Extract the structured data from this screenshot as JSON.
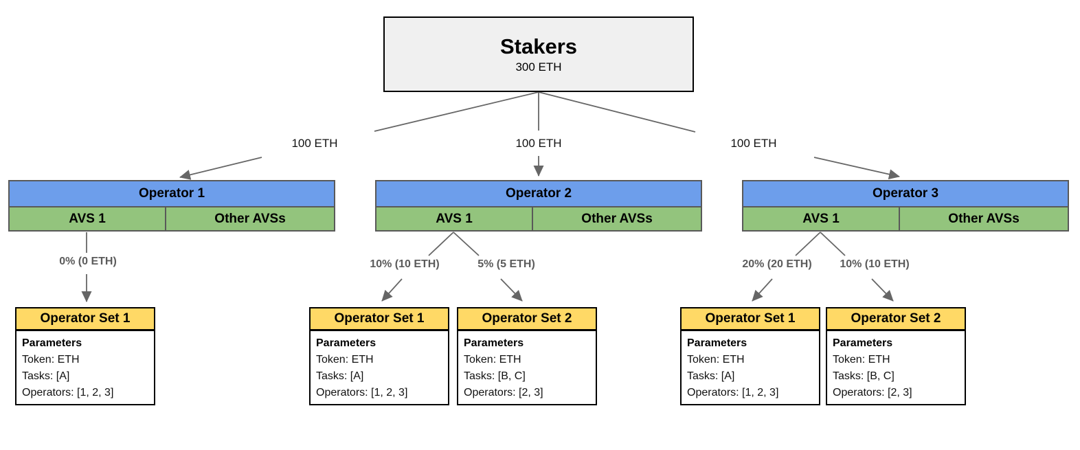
{
  "diagram": {
    "type": "staking-allocation-tree",
    "colors": {
      "stakers_fill": "#f0f0f0",
      "operator_header_fill": "#6d9eeb",
      "avs_row_fill": "#93c47d",
      "operator_set_header_fill": "#ffd966",
      "table_border": "#595959",
      "card_border": "#000000",
      "connector_line": "#666666",
      "split_label_text": "#5b5b5b"
    }
  },
  "stakers": {
    "title": "Stakers",
    "amount": "300 ETH"
  },
  "allocations": [
    {
      "label": "100 ETH"
    },
    {
      "label": "100 ETH"
    },
    {
      "label": "100 ETH"
    }
  ],
  "operators": [
    {
      "title": "Operator 1",
      "avs_cells": [
        "AVS 1",
        "Other AVSs"
      ],
      "splits": [
        {
          "label": "0% (0 ETH)"
        }
      ],
      "operator_sets": [
        {
          "title": "Operator Set 1",
          "params_heading": "Parameters",
          "lines": [
            "Token: ETH",
            "Tasks: [A]",
            "Operators: [1, 2, 3]"
          ]
        }
      ]
    },
    {
      "title": "Operator 2",
      "avs_cells": [
        "AVS 1",
        "Other AVSs"
      ],
      "splits": [
        {
          "label": "10% (10 ETH)"
        },
        {
          "label": "5% (5 ETH)"
        }
      ],
      "operator_sets": [
        {
          "title": "Operator Set 1",
          "params_heading": "Parameters",
          "lines": [
            "Token: ETH",
            "Tasks: [A]",
            "Operators: [1, 2, 3]"
          ]
        },
        {
          "title": "Operator Set 2",
          "params_heading": "Parameters",
          "lines": [
            "Token: ETH",
            "Tasks: [B, C]",
            "Operators: [2, 3]"
          ]
        }
      ]
    },
    {
      "title": "Operator 3",
      "avs_cells": [
        "AVS 1",
        "Other AVSs"
      ],
      "splits": [
        {
          "label": "20% (20 ETH)"
        },
        {
          "label": "10% (10 ETH)"
        }
      ],
      "operator_sets": [
        {
          "title": "Operator Set 1",
          "params_heading": "Parameters",
          "lines": [
            "Token: ETH",
            "Tasks: [A]",
            "Operators: [1, 2, 3]"
          ]
        },
        {
          "title": "Operator Set 2",
          "params_heading": "Parameters",
          "lines": [
            "Token: ETH",
            "Tasks: [B, C]",
            "Operators: [2, 3]"
          ]
        }
      ]
    }
  ]
}
